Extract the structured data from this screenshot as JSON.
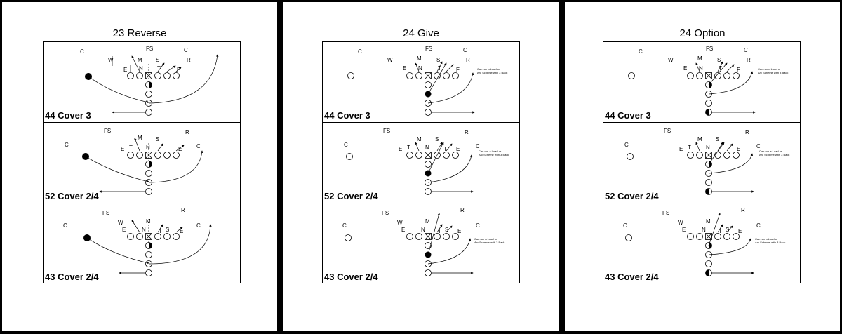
{
  "colors": {
    "ink": "#000000",
    "paper": "#ffffff"
  },
  "icons": {
    "player": "circle-outline",
    "ball_carrier": "circle-filled",
    "center": "boxed-x",
    "quarterback": "half-filled-circle",
    "defender": "letter",
    "route": "arrow-line"
  },
  "pages": [
    {
      "title": "23 Reverse",
      "plays": [
        {
          "label": "44 Cover 3",
          "defense": [
            "C",
            "FS",
            "C",
            "W",
            "M",
            "S",
            "R",
            "E",
            "N",
            "T",
            "F"
          ]
        },
        {
          "label": "52 Cover 2/4",
          "defense": [
            "FS",
            "C",
            "M",
            "S",
            "R",
            "E",
            "T",
            "N",
            "T",
            "E",
            "C"
          ]
        },
        {
          "label": "43 Cover 2/4",
          "defense": [
            "FS",
            "R",
            "C",
            "W",
            "M",
            "E",
            "N",
            "T",
            "S",
            "E",
            "C"
          ]
        }
      ]
    },
    {
      "title": "24 Give",
      "plays": [
        {
          "label": "44 Cover 3",
          "defense": [
            "C",
            "FS",
            "C",
            "W",
            "M",
            "S",
            "R",
            "E",
            "N",
            "T",
            "F"
          ],
          "note_line1": "Can run a Load or",
          "note_line2": "Arc Scheme with 3 Back"
        },
        {
          "label": "52 Cover 2/4",
          "defense": [
            "FS",
            "C",
            "M",
            "S",
            "R",
            "E",
            "T",
            "N",
            "T",
            "E",
            "C"
          ],
          "note_line1": "Can run a Load or",
          "note_line2": "Arc Scheme with 3 Back"
        },
        {
          "label": "43 Cover 2/4",
          "defense": [
            "FS",
            "R",
            "C",
            "W",
            "M",
            "E",
            "N",
            "T",
            "S",
            "E",
            "C"
          ],
          "note_line1": "Can run a Load or",
          "note_line2": "Arc Scheme with 3 Back"
        }
      ]
    },
    {
      "title": "24 Option",
      "plays": [
        {
          "label": "44 Cover 3",
          "defense": [
            "C",
            "FS",
            "C",
            "W",
            "M",
            "S",
            "R",
            "E",
            "N",
            "T",
            "F"
          ],
          "note_line1": "Can run a Load or",
          "note_line2": "Arc Scheme with 3 Back"
        },
        {
          "label": "52 Cover 2/4",
          "defense": [
            "FS",
            "C",
            "M",
            "S",
            "R",
            "E",
            "T",
            "N",
            "T",
            "E",
            "C"
          ],
          "note_line1": "Can run a Load or",
          "note_line2": "Arc Scheme with 3 Back"
        },
        {
          "label": "43 Cover 2/4",
          "defense": [
            "FS",
            "R",
            "C",
            "W",
            "M",
            "E",
            "N",
            "T",
            "S",
            "E",
            "C"
          ],
          "note_line1": "Can run a Load or",
          "note_line2": "Arc Scheme with 3 Back"
        }
      ]
    }
  ]
}
